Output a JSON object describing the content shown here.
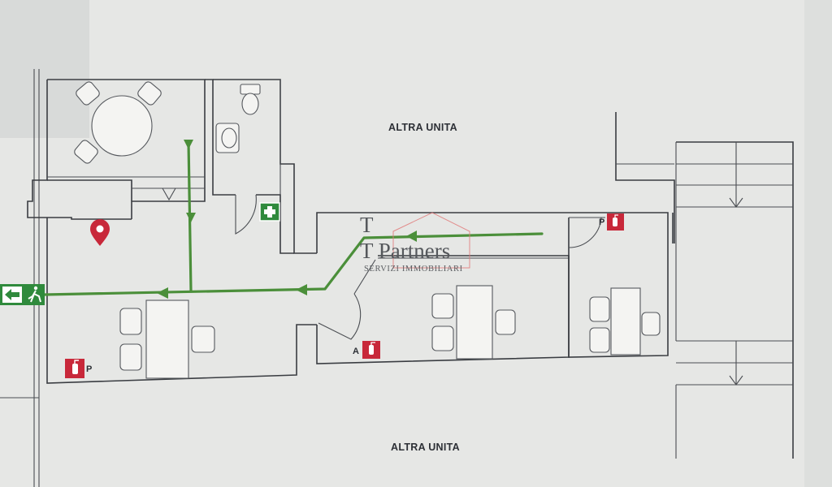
{
  "labels": {
    "top_unit": "ALTRA UNITA",
    "bottom_unit": "ALTRA UNITA"
  },
  "logo": {
    "letter_top": "T",
    "name": "T Partners",
    "tagline": "SERVIZI IMMOBILIARI"
  },
  "markers": {
    "extinguisher_left": "P",
    "extinguisher_center": "A",
    "extinguisher_right": "P"
  },
  "icons": {
    "exit": "emergency-exit-icon",
    "first_aid": "first-aid-icon",
    "extinguisher": "fire-extinguisher-icon",
    "location": "location-pin-icon"
  },
  "colors": {
    "route": "#4b8f3a",
    "exit_sign": "#2f8a3c",
    "extinguisher": "#c8283a",
    "pin": "#c8283a",
    "logo_accent": "#e07a7a"
  }
}
